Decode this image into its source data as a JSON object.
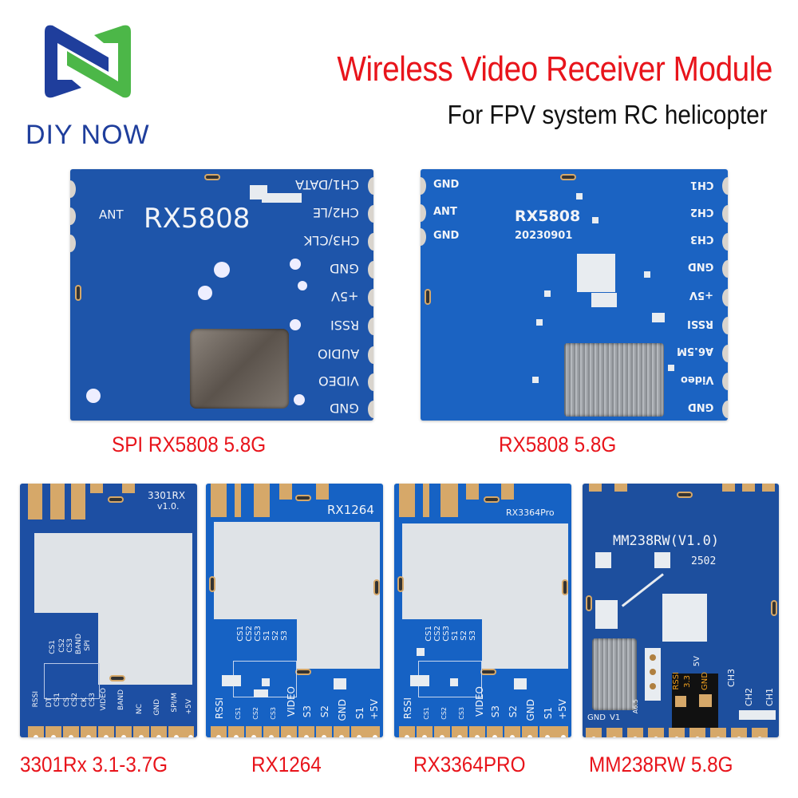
{
  "brand": {
    "logo_icon": "diy-now-n-logo-icon",
    "name_part1": "DIY N",
    "name_part2": "OW",
    "colors": {
      "blue": "#1f3e9c",
      "green": "#4cb748"
    }
  },
  "header": {
    "title": "Wireless Video Receiver Module",
    "subtitle": "For FPV system RC helicopter",
    "title_color": "#e8141b"
  },
  "products": [
    {
      "id": "spi-rx5808",
      "caption": "SPI  RX5808 5.8G",
      "board_label": "RX5808",
      "ant_label": "ANT",
      "pins": [
        "CH1/DATA",
        "CH2/LE",
        "CH3/CLK",
        "GND",
        "+5V",
        "RSSI",
        "AUDIO",
        "VIDEO",
        "GND"
      ]
    },
    {
      "id": "rx5808",
      "caption": "RX5808 5.8G",
      "board_label": "RX5808",
      "board_date": "20230901",
      "left_pins": [
        "GND",
        "ANT",
        "GND"
      ],
      "pins": [
        "CH1",
        "CH2",
        "CH3",
        "GND",
        "+5V",
        "RSSI",
        "A6.5M",
        "Video",
        "GND"
      ]
    },
    {
      "id": "3301rx",
      "caption": "3301Rx 3.1-3.7G",
      "board_label": "3301RX",
      "board_version": "v1.0.",
      "top_pins": [
        "CS1",
        "CS2",
        "CS3",
        "BAND",
        "SPI"
      ],
      "pins": [
        "RSSI",
        "DT",
        "CS1",
        "CS",
        "CS2",
        "CK",
        "CS3",
        "VIDEO",
        "BAND",
        "NC",
        "GND",
        "SPI/M",
        "+5V"
      ]
    },
    {
      "id": "rx1264",
      "caption": "RX1264",
      "board_label": "RX1264",
      "top_pins": [
        "CS1",
        "CS2",
        "CS3",
        "S1",
        "S2",
        "S3"
      ],
      "pins": [
        "RSSI",
        "CS1",
        "CS2",
        "CS3",
        "VIDEO",
        "S3",
        "S2",
        "GND",
        "S1",
        "+5V"
      ]
    },
    {
      "id": "rx3364pro",
      "caption": "RX3364PRO",
      "board_label": "RX3364Pro",
      "top_pins": [
        "CS1",
        "CS2",
        "CS3",
        "S1",
        "S2",
        "S3"
      ],
      "pins": [
        "RSSI",
        "CS1",
        "CS2",
        "CS3",
        "VIDEO",
        "S3",
        "S2",
        "GND",
        "S1",
        "+5V"
      ]
    },
    {
      "id": "mm238rw",
      "caption": "MM238RW 5.8G",
      "board_label": "MM238RW(V1.0)",
      "board_date": "2502",
      "jumper_labels": [
        "RSSI",
        "3.3",
        "5V",
        "GND"
      ],
      "pins": [
        "GND",
        "V1",
        "A6.5",
        "CH3",
        "CH2",
        "CH1"
      ]
    }
  ]
}
